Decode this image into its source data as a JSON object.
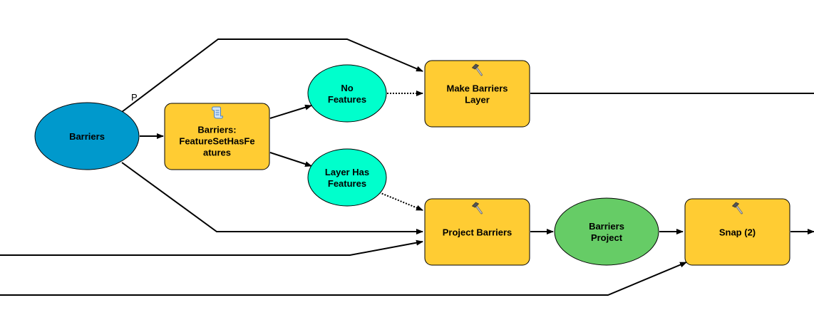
{
  "diagram": {
    "title": "ModelBuilder model",
    "colors": {
      "input_variable": "#0099CC",
      "condition_variable": "#00FFCC",
      "derived_data": "#66CC66",
      "tool": "#FFCC33",
      "outline": "#000000",
      "edge": "#000000"
    },
    "nodes": [
      {
        "id": "barriers",
        "kind": "input-variable",
        "shape": "ellipse",
        "lines": [
          "Barriers"
        ]
      },
      {
        "id": "featuresethasfeatures",
        "kind": "script-tool",
        "shape": "rounded-rect",
        "icon": "script-scroll-icon",
        "lines": [
          "Barriers:",
          "FeatureSetHasFe",
          "atures"
        ]
      },
      {
        "id": "no-features",
        "kind": "condition-variable",
        "shape": "ellipse",
        "lines": [
          "No",
          "Features"
        ]
      },
      {
        "id": "layer-has-features",
        "kind": "condition-variable",
        "shape": "ellipse",
        "lines": [
          "Layer Has",
          "Features"
        ]
      },
      {
        "id": "make-barriers-layer",
        "kind": "tool",
        "shape": "rounded-rect",
        "icon": "hammer-icon",
        "lines": [
          "Make Barriers",
          "Layer"
        ]
      },
      {
        "id": "project-barriers",
        "kind": "tool",
        "shape": "rounded-rect",
        "icon": "hammer-icon",
        "lines": [
          "Project Barriers"
        ]
      },
      {
        "id": "barriers-project",
        "kind": "derived-data",
        "shape": "ellipse",
        "lines": [
          "Barriers",
          "Project"
        ]
      },
      {
        "id": "snap-2",
        "kind": "tool",
        "shape": "rounded-rect",
        "icon": "hammer-icon",
        "lines": [
          "Snap (2)"
        ]
      }
    ],
    "edges": [
      {
        "from": "barriers",
        "to": "featuresethasfeatures",
        "style": "solid"
      },
      {
        "from": "barriers",
        "to": "make-barriers-layer",
        "style": "solid",
        "label": "P"
      },
      {
        "from": "barriers",
        "to": "project-barriers",
        "style": "solid"
      },
      {
        "from": "featuresethasfeatures",
        "to": "no-features",
        "style": "solid"
      },
      {
        "from": "featuresethasfeatures",
        "to": "layer-has-features",
        "style": "solid"
      },
      {
        "from": "no-features",
        "to": "make-barriers-layer",
        "style": "dotted",
        "kind": "precondition"
      },
      {
        "from": "layer-has-features",
        "to": "project-barriers",
        "style": "dotted",
        "kind": "precondition"
      },
      {
        "from": "(offscreen-left)",
        "to": "project-barriers",
        "style": "solid"
      },
      {
        "from": "project-barriers",
        "to": "barriers-project",
        "style": "solid"
      },
      {
        "from": "barriers-project",
        "to": "snap-2",
        "style": "solid"
      },
      {
        "from": "(offscreen-left)",
        "to": "snap-2",
        "style": "solid"
      },
      {
        "from": "make-barriers-layer",
        "to": "(offscreen-right)",
        "style": "solid"
      },
      {
        "from": "snap-2",
        "to": "(offscreen-right)",
        "style": "solid"
      }
    ]
  }
}
